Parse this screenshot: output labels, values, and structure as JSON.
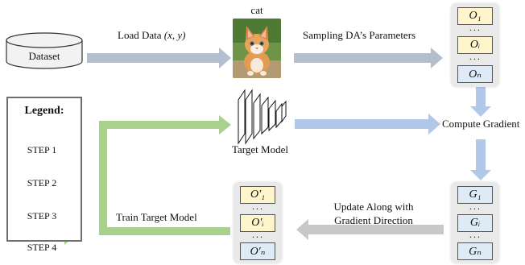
{
  "nodes": {
    "dataset": "Dataset",
    "cat_label": "cat",
    "target_model": "Target Model"
  },
  "edges": {
    "load_data": "Load Data",
    "load_data_math": "(x, y)",
    "sampling": "Sampling DA’s Parameters",
    "compute_gradient": "Compute Gradient",
    "update_line1": "Update Along with",
    "update_line2": "Gradient Direction",
    "train": "Train Target Model"
  },
  "columns": {
    "O": [
      "O₁",
      "Oᵢ",
      "Oₙ"
    ],
    "G": [
      "G₁",
      "Gᵢ",
      "Gₙ"
    ],
    "O_prime": [
      "O′₁",
      "O′ᵢ",
      "O′ₙ"
    ],
    "ellipsis": "···"
  },
  "legend": {
    "title": "Legend:",
    "steps": [
      {
        "label": "STEP 1",
        "color": "#b4bfce"
      },
      {
        "label": "STEP 2",
        "color": "#b1c8e8"
      },
      {
        "label": "STEP 3",
        "color": "#c8c8c8"
      },
      {
        "label": "STEP 4",
        "color": "#a9d18e"
      }
    ]
  },
  "colors": {
    "step1": "#b4bfce",
    "step2": "#b1c8e8",
    "step3": "#c8c8c8",
    "step4": "#a9d18e",
    "cell_yellow": "#fff5cc",
    "cell_blue": "#deebf7",
    "column_bg": "#e9e9e9"
  }
}
